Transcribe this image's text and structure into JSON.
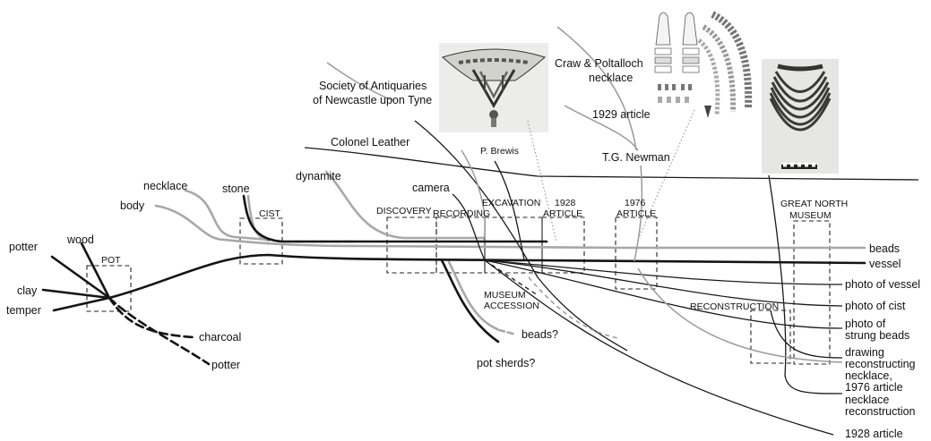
{
  "nodes": {
    "pot": "POT",
    "cist": "CIST",
    "discovery": "DISCOVERY",
    "recording": "RECORDING",
    "excavation": "EXCAVATION",
    "article_1928_l1": "1928",
    "article_1928_l2": "ARTICLE",
    "article_1976_l1": "1976",
    "article_1976_l2": "ARTICLE",
    "museum_accession_l1": "MUSEUM",
    "museum_accession_l2": "ACCESSION",
    "reconstruction": "RECONSTRUCTION",
    "gnm_l1": "GREAT NORTH",
    "gnm_l2": "MUSEUM"
  },
  "inputs": {
    "potter": "potter",
    "wood": "wood",
    "clay": "clay",
    "temper": "temper",
    "necklace": "necklace",
    "body": "body",
    "stone": "stone",
    "dynamite": "dynamite",
    "camera": "camera",
    "colonel": "Colonel Leather",
    "society_l1": "Society of Antiquaries",
    "society_l2": "of Newcastle upon Tyne",
    "brewis": "P. Brewis",
    "craw_l1": "Craw & Poltalloch",
    "craw_l2": "necklace",
    "article_1929": "1929 article",
    "newman": "T.G. Newman"
  },
  "outputs": {
    "charcoal": "charcoal",
    "potter": "potter",
    "beads_q": "beads?",
    "sherds_q": "pot sherds?",
    "beads": "beads",
    "vessel": "vessel",
    "photo_vessel": "photo of vessel",
    "photo_cist": "photo of cist",
    "photo_strung_l1": "photo of",
    "photo_strung_l2": "strung beads",
    "drawing_l1": "drawing",
    "drawing_l2": "reconstructing",
    "drawing_l3": "necklace,",
    "drawing_l4": "1976 article",
    "necklace_rec_l1": "necklace",
    "necklace_rec_l2": "reconstruction",
    "article_1928": "1928 article"
  },
  "colors": {
    "vessel_line": "#141414",
    "beads_line": "#a8a8a8"
  },
  "icons": [
    "necklace-photo-1928",
    "bead-drawing-1976",
    "strung-necklace-photo"
  ]
}
